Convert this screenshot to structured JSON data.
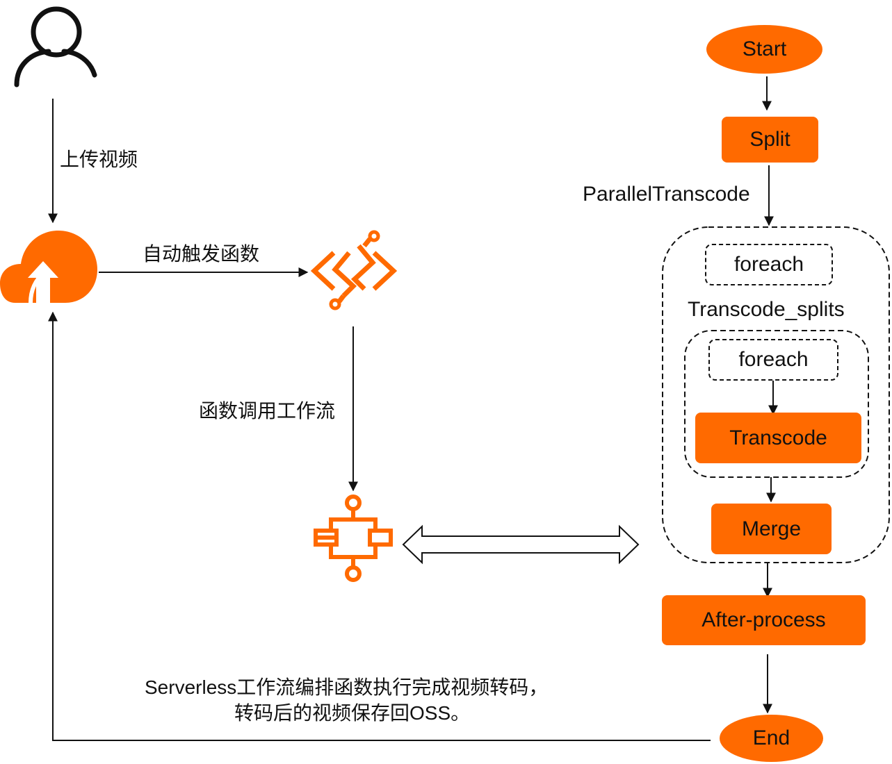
{
  "colors": {
    "accent": "#ff6a00",
    "line": "#111111"
  },
  "left": {
    "user_icon": "user-icon",
    "upload_label": "上传视频",
    "oss_icon": "oss-upload-cloud-icon",
    "trigger_label": "自动触发函数",
    "function_icon": "function-compute-icon",
    "invoke_label": "函数调用工作流",
    "workflow_icon": "serverless-workflow-icon",
    "bidirectional_icon": "bidirectional-arrow-icon",
    "return_label_line1": "Serverless工作流编排函数执行完成视频转码，",
    "return_label_line2": "转码后的视频保存回OSS。"
  },
  "flow": {
    "start": "Start",
    "split": "Split",
    "parallel_label": "ParallelTranscode",
    "outer_foreach": "foreach",
    "splits_label": "Transcode_splits",
    "inner_foreach": "foreach",
    "transcode": "Transcode",
    "merge": "Merge",
    "after_process": "After-process",
    "end": "End"
  }
}
